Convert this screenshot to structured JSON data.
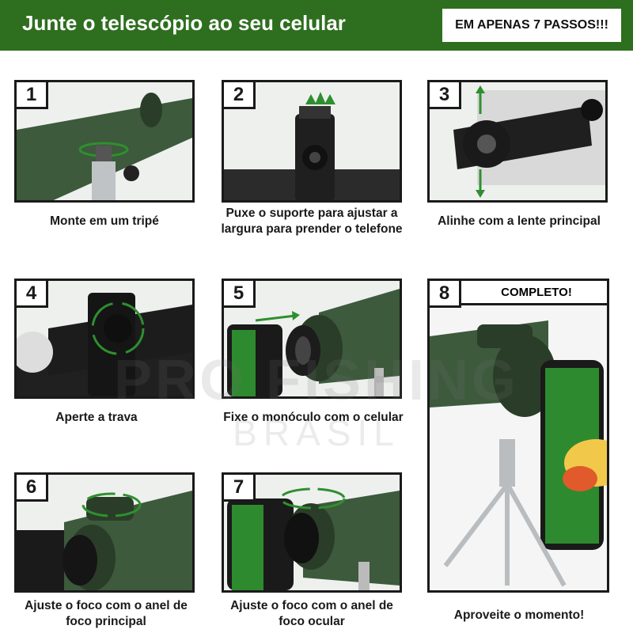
{
  "header": {
    "title": "Junte o telescópio ao seu celular",
    "badge": "EM APENAS 7 PASSOS!!!"
  },
  "steps": [
    {
      "number": "1",
      "caption": "Monte em um tripé"
    },
    {
      "number": "2",
      "caption_line1": "Puxe o suporte para ajustar a",
      "caption_line2": "largura para prender o telefone"
    },
    {
      "number": "3",
      "caption": "Alinhe com a lente principal"
    },
    {
      "number": "4",
      "caption": "Aperte a trava"
    },
    {
      "number": "5",
      "caption": "Fixe o monóculo com o celular"
    },
    {
      "number": "6",
      "caption_line1": "Ajuste o foco com o anel de",
      "caption_line2": "foco principal"
    },
    {
      "number": "7",
      "caption_line1": "Ajuste o foco com o anel de",
      "caption_line2": "foco ocular"
    },
    {
      "number": "8",
      "label": "COMPLETO!",
      "caption": "Aproveite o momento!"
    }
  ],
  "watermark": {
    "line1": "PRO FISHING",
    "line2": "BRASIL"
  },
  "colors": {
    "brand_green": "#2e6e1f",
    "monocular_green": "#3d5a3c",
    "arrow_green": "#2f8f2f"
  }
}
